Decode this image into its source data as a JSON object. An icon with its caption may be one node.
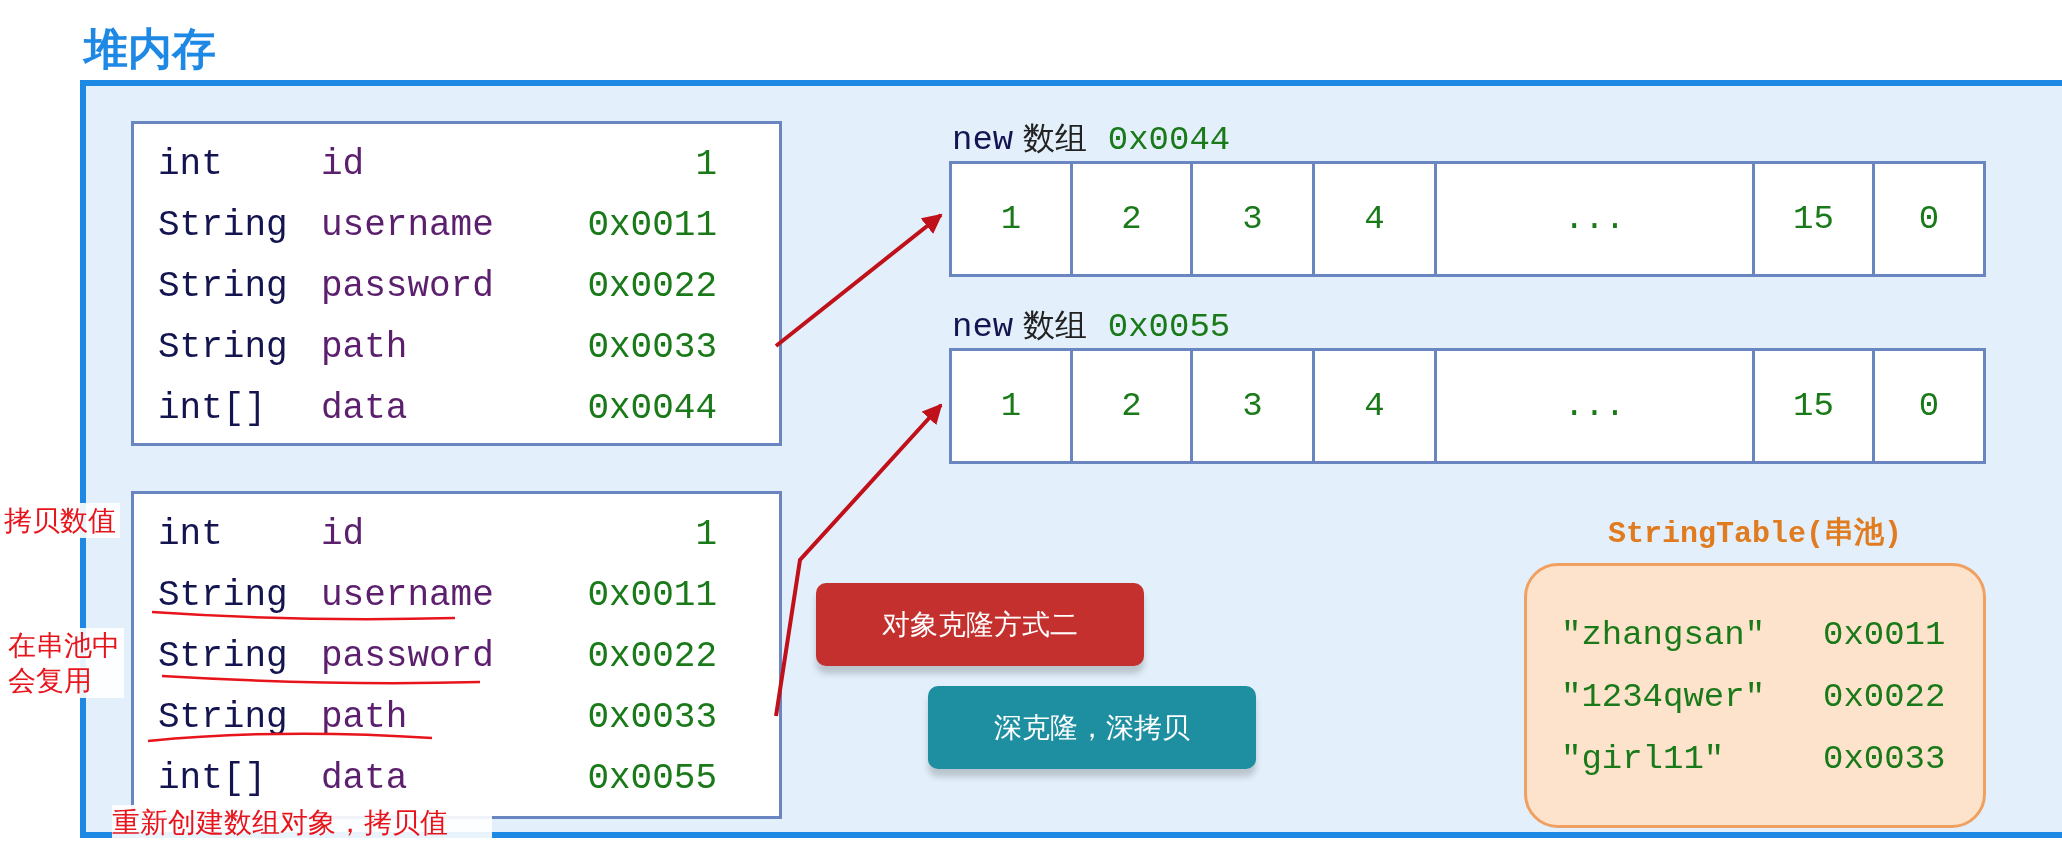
{
  "diagram": {
    "nodes": [
      {
        "text": [
          "堆内存"
        ]
      },
      {
        "text": [
          "int",
          "id",
          "1",
          "String",
          "username",
          "0x0011",
          "String",
          "password",
          "0x0022",
          "String",
          "path",
          "0x0033",
          "int[]",
          "data",
          "0x0044"
        ],
        "in": 0
      },
      {
        "text": [
          "new 数组 0x0044",
          "1",
          "2",
          "3",
          "4",
          "...",
          "15",
          "0"
        ],
        "in": 0
      },
      {
        "text": [
          "new 数组 0x0055",
          "1",
          "2",
          "3",
          "4",
          "...",
          "15",
          "0"
        ],
        "in": 0
      },
      {
        "text": [
          "int",
          "id",
          "1",
          "String",
          "username",
          "0x0011",
          "String",
          "password",
          "0x0022",
          "String",
          "path",
          "0x0033",
          "int[]",
          "data",
          "0x0055"
        ],
        "in": 0
      },
      {
        "text": [
          "对象克隆方式二"
        ],
        "in": 0
      },
      {
        "text": [
          "深克隆，深拷贝"
        ],
        "in": 0
      },
      {
        "text": [
          "StringTable(串池)",
          "\"zhangsan\"",
          "0x0011",
          "\"1234qwer\"",
          "0x0022",
          "\"girl11\"",
          "0x0033"
        ],
        "in": 0
      }
    ],
    "edges": [
      {
        "from": 1,
        "to": 2,
        "arrow": "to"
      },
      {
        "from": 4,
        "to": 3,
        "arrow": "to"
      }
    ],
    "labels": [
      "拷贝数值",
      "在串池中会复用",
      "重新创建数组对象，拷贝值"
    ]
  }
}
